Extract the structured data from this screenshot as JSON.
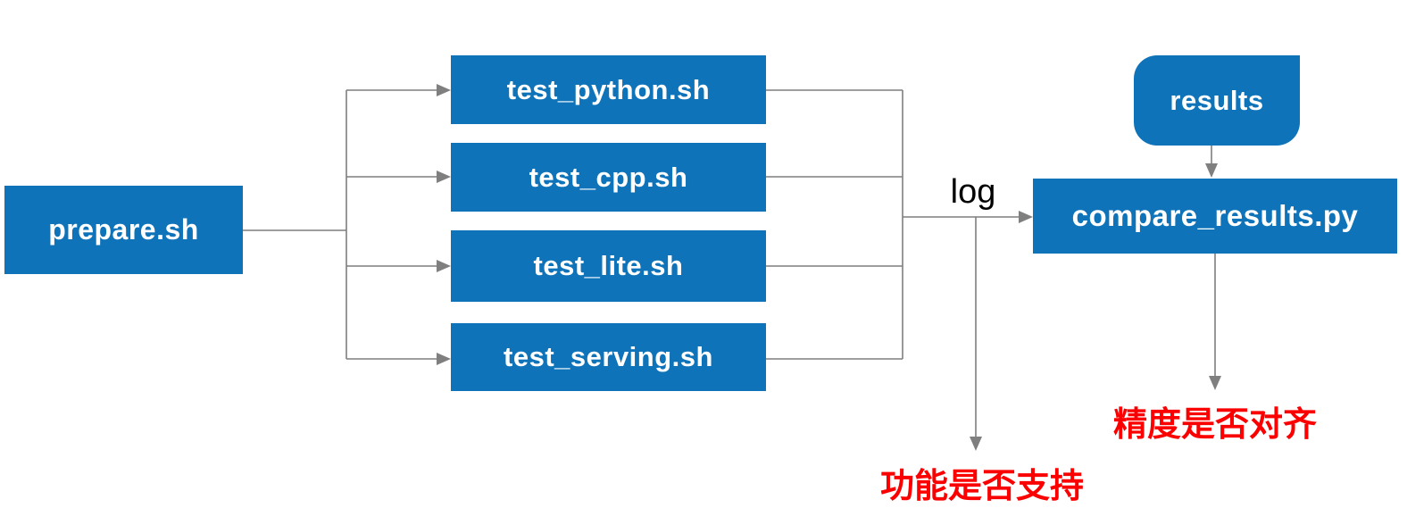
{
  "diagram": {
    "nodes": {
      "prepare": {
        "label": "prepare.sh"
      },
      "test_python": {
        "label": "test_python.sh"
      },
      "test_cpp": {
        "label": "test_cpp.sh"
      },
      "test_lite": {
        "label": "test_lite.sh"
      },
      "test_serving": {
        "label": "test_serving.sh"
      },
      "results": {
        "label": "results"
      },
      "compare": {
        "label": "compare_results.py"
      }
    },
    "edge_labels": {
      "log": "log"
    },
    "outcomes": {
      "function_support": "功能是否支持",
      "accuracy_aligned": "精度是否对齐"
    },
    "edges": [
      {
        "from": "prepare.sh",
        "to": "test_python.sh"
      },
      {
        "from": "prepare.sh",
        "to": "test_cpp.sh"
      },
      {
        "from": "prepare.sh",
        "to": "test_lite.sh"
      },
      {
        "from": "prepare.sh",
        "to": "test_serving.sh"
      },
      {
        "from": "test_python.sh",
        "to": "compare_results.py",
        "label": "log"
      },
      {
        "from": "test_cpp.sh",
        "to": "compare_results.py",
        "label": "log"
      },
      {
        "from": "test_lite.sh",
        "to": "compare_results.py",
        "label": "log"
      },
      {
        "from": "test_serving.sh",
        "to": "compare_results.py",
        "label": "log"
      },
      {
        "from": "results",
        "to": "compare_results.py"
      },
      {
        "from": "log",
        "to": "功能是否支持"
      },
      {
        "from": "compare_results.py",
        "to": "精度是否对齐"
      }
    ],
    "colors": {
      "node_fill": "#0e73b9",
      "node_text": "#ffffff",
      "connector_line": "#7f7f7f",
      "edge_label_text": "#000000",
      "outcome_text": "#fb0000",
      "background": "#ffffff"
    }
  }
}
